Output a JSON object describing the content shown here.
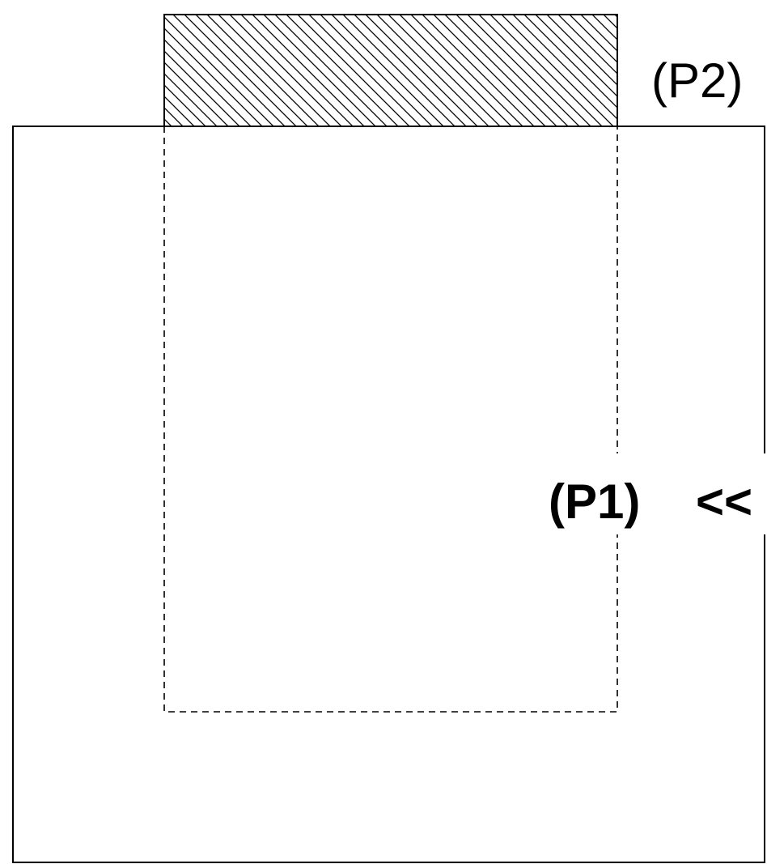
{
  "labels": {
    "p2": "(P2)",
    "p1": "(P1)",
    "arrow": "<<"
  },
  "colors": {
    "stroke": "#000000",
    "background": "#ffffff"
  },
  "styles": {
    "hatched_region": "diagonal-hatch",
    "inner_region_border": "dashed"
  }
}
